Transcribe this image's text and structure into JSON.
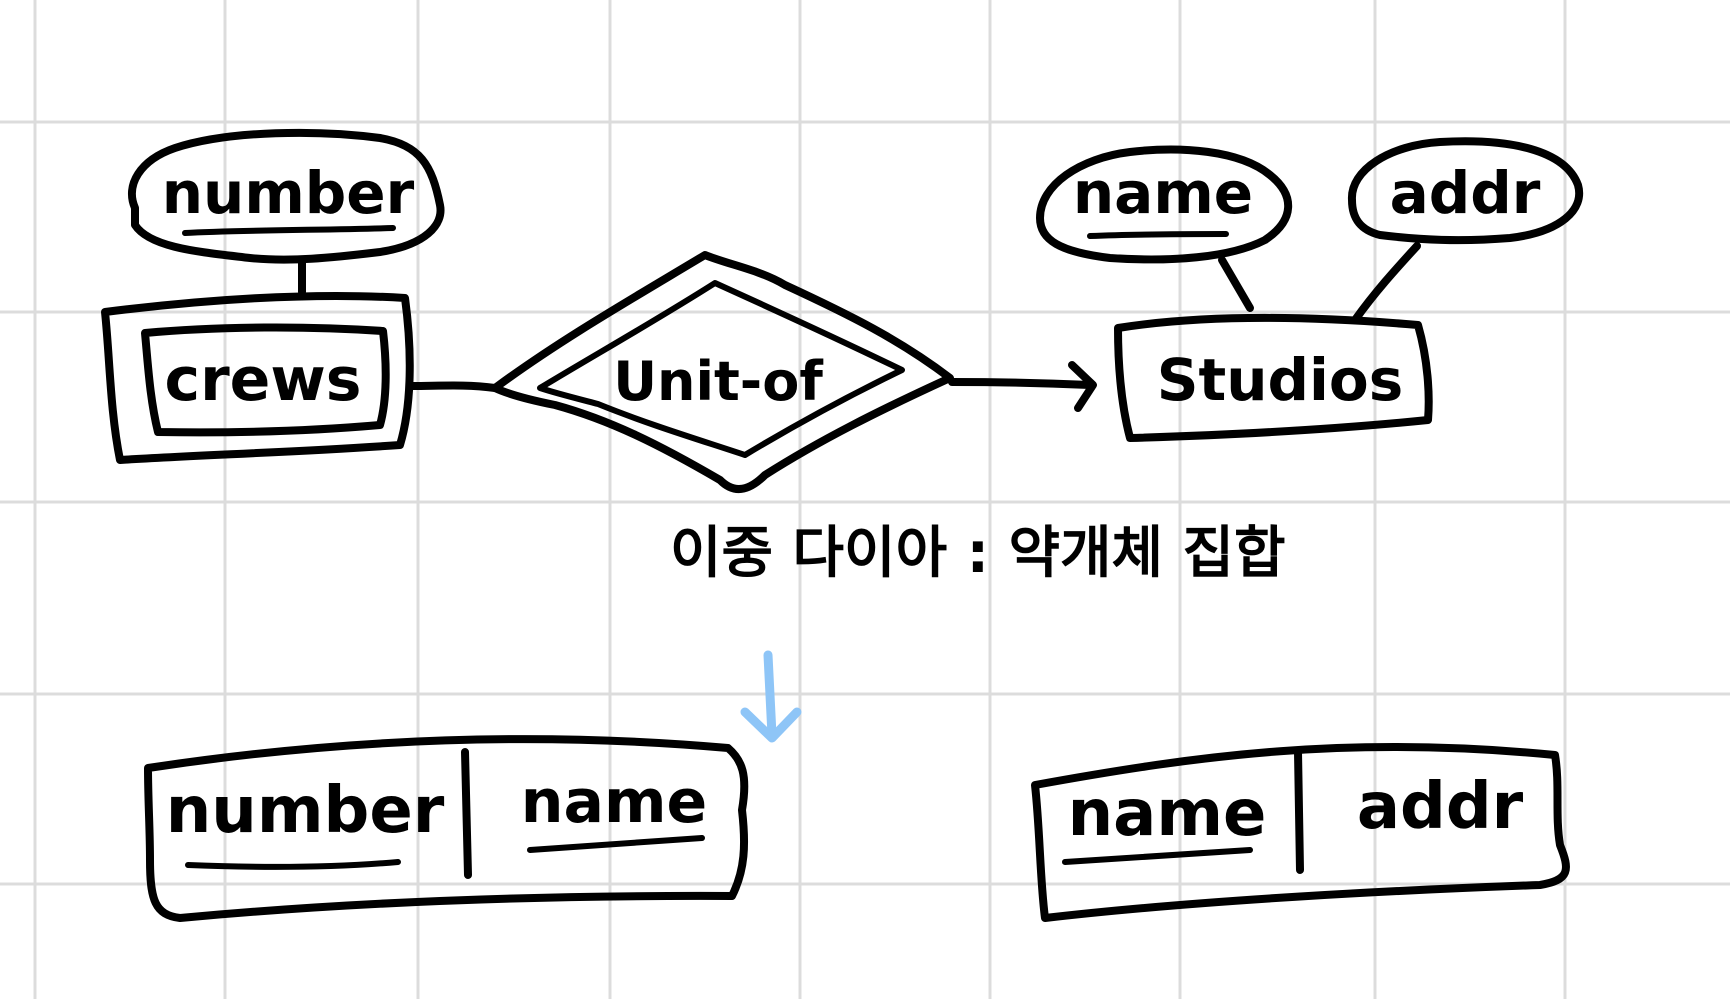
{
  "colors": {
    "background": "#ffffff",
    "grid": "#dcdcdc",
    "ink": "#000000",
    "accent_arrow": "#8ec5f7"
  },
  "er": {
    "entity_weak": "crews",
    "entity_strong": "Studios",
    "relationship": "Unit-of",
    "attr_crews": "number",
    "attr_studios_1": "name",
    "attr_studios_2": "addr"
  },
  "note": "이중 다이아 : 약개체 집합",
  "tables": {
    "left": {
      "col1": "number",
      "col2": "name"
    },
    "right": {
      "col1": "name",
      "col2": "addr"
    }
  }
}
